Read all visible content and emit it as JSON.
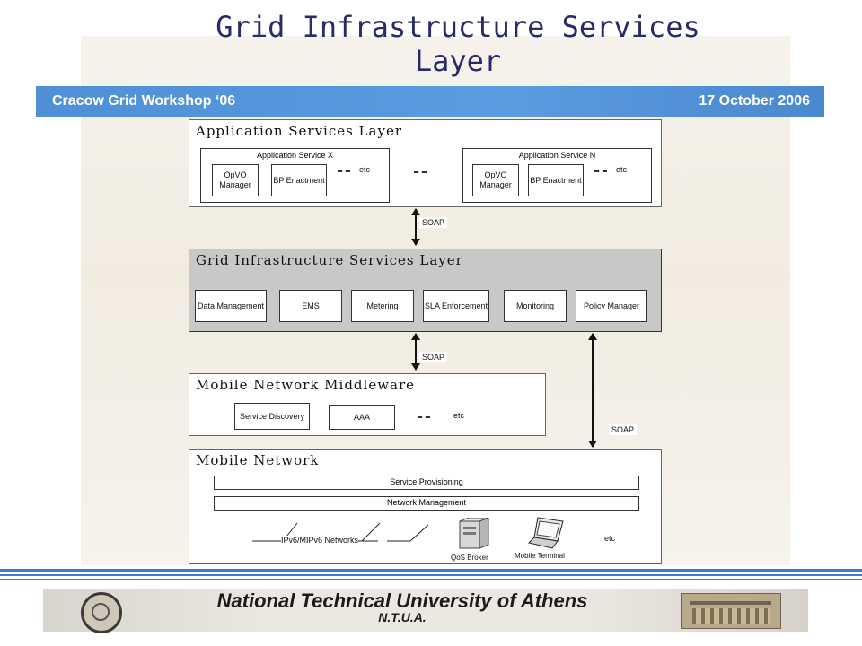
{
  "title": {
    "line1": "Grid Infrastructure Services",
    "line2": "Layer"
  },
  "banner": {
    "left": "Cracow Grid Workshop ‘06",
    "right": "17 October 2006"
  },
  "app_layer": {
    "name": "Application Services Layer",
    "service_x": {
      "title": "Application Service X",
      "opvo": "OpVO Manager",
      "bp": "BP Enactment",
      "etc": "etc"
    },
    "service_n": {
      "title": "Application Service N",
      "opvo": "OpVO Manager",
      "bp": "BP Enactment",
      "etc": "etc"
    }
  },
  "soap1": "SOAP",
  "grid_layer": {
    "name": "Grid Infrastructure Services Layer",
    "components": [
      "Data Management",
      "EMS",
      "Metering",
      "SLA Enforcement",
      "Monitoring",
      "Policy Manager"
    ]
  },
  "soap2": "SOAP",
  "soap3": "SOAP",
  "middleware_layer": {
    "name": "Mobile Network Middleware",
    "service_discovery": "Service Discovery",
    "aaa": "AAA",
    "etc": "etc"
  },
  "network_layer": {
    "name": "Mobile Network",
    "provisioning": "Service Provisioning",
    "management": "Network Management",
    "ipv6": "IPv6/MIPv6 Networks",
    "qos": "QoS Broker",
    "terminal": "Mobile Terminal",
    "etc": "etc"
  },
  "footer": {
    "university": "National Technical University of Athens",
    "abbr": "N.T.U.A."
  },
  "colors": {
    "banner": "#5b9be0",
    "title": "#2a2a6a",
    "grid_layer_fill": "#c8c8c8"
  }
}
